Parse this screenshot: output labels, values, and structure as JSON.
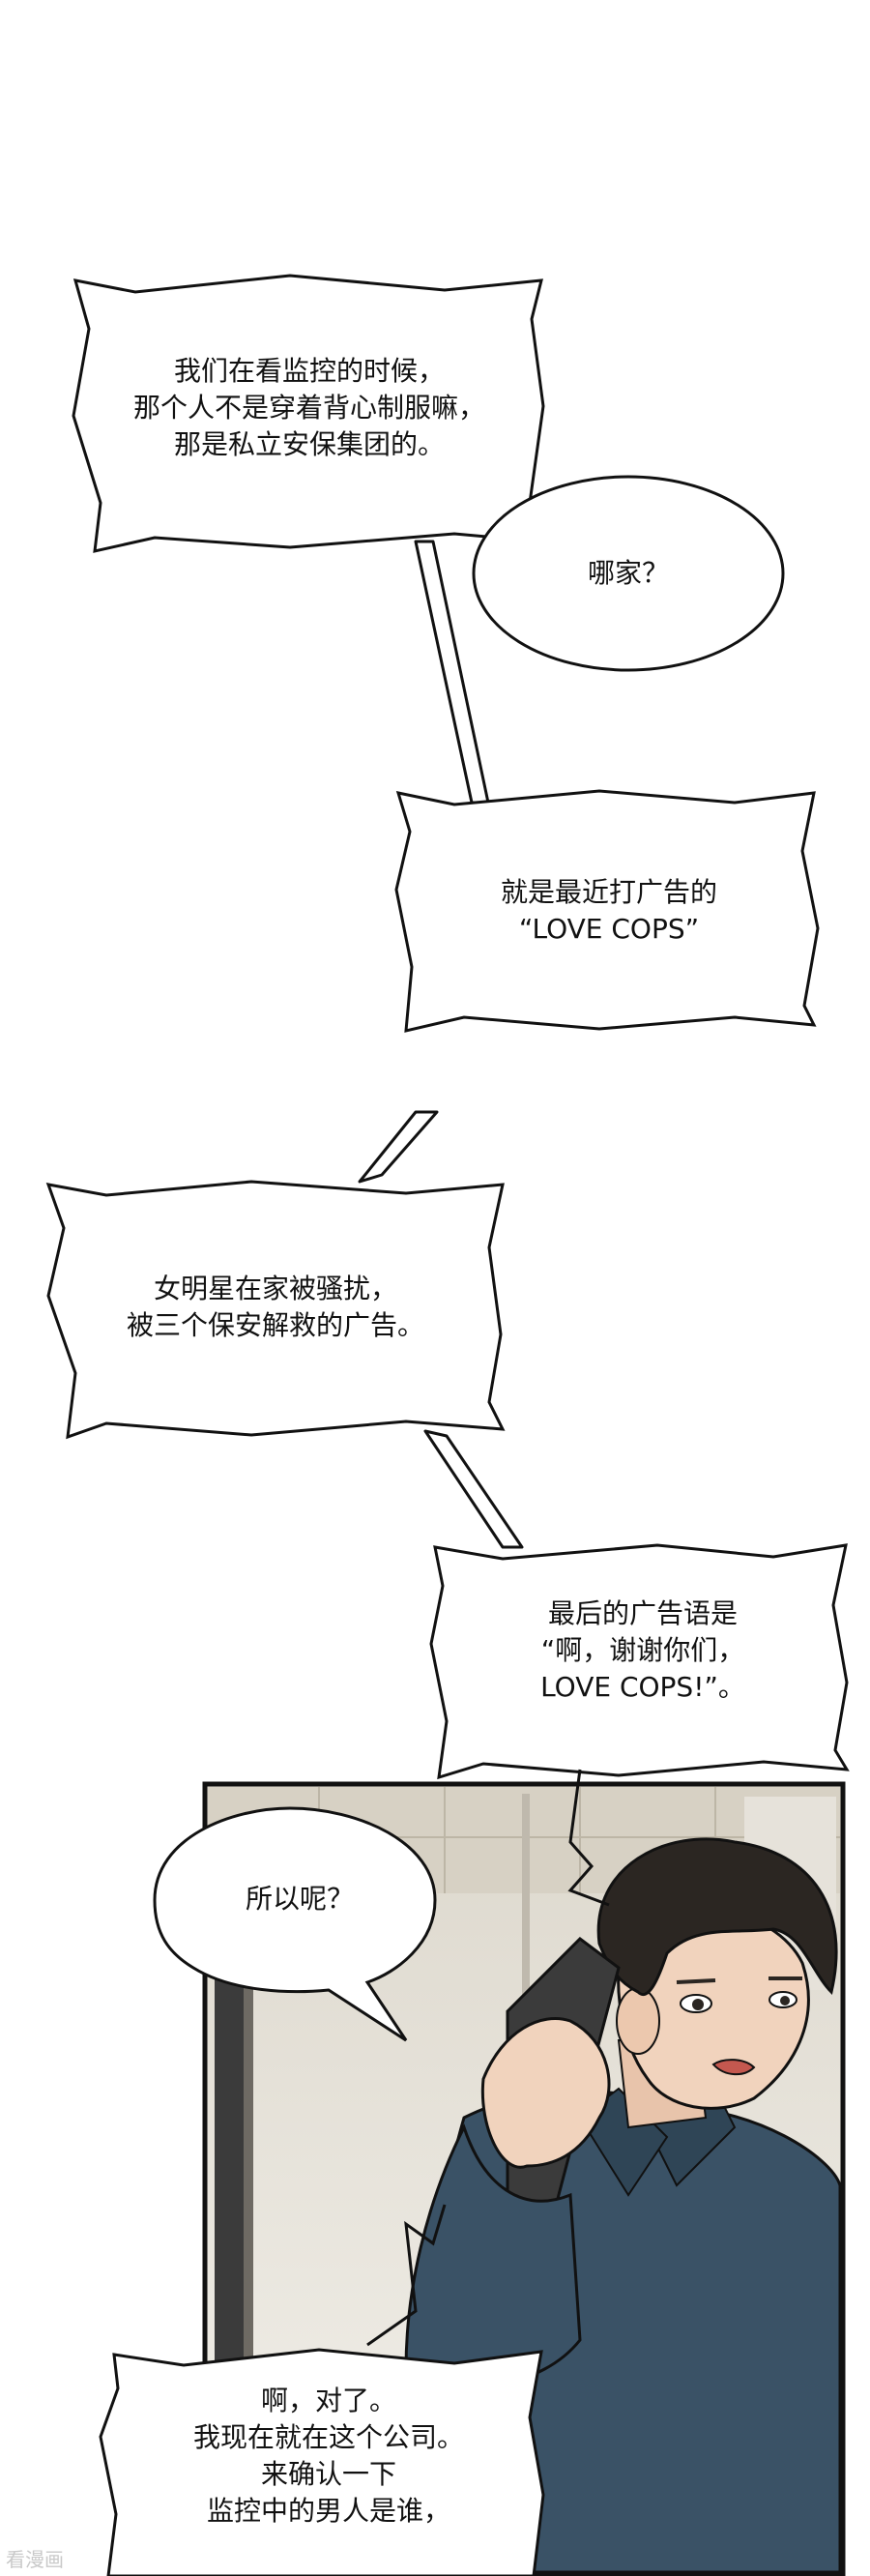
{
  "app": {
    "watermark": "看漫画"
  },
  "bubbles": {
    "b1": {
      "lines": [
        "我们在看监控的时候，",
        "那个人不是穿着背心制服嘛，",
        "那是私立安保集团的。"
      ]
    },
    "b2": {
      "lines": [
        "哪家？"
      ]
    },
    "b3": {
      "lines": [
        "就是最近打广告的",
        "“LOVE COPS”"
      ]
    },
    "b4": {
      "lines": [
        "女明星在家被骚扰，",
        "被三个保安解救的广告。"
      ]
    },
    "b5": {
      "lines": [
        "最后的广告语是",
        "“啊，谢谢你们，",
        "LOVE COPS!”。"
      ]
    },
    "b6": {
      "lines": [
        "所以呢？"
      ]
    },
    "b7": {
      "lines": [
        "啊，对了。",
        "我现在就在这个公司。",
        "来确认一下",
        "监控中的男人是谁，"
      ]
    }
  },
  "colors": {
    "ink": "#111111",
    "uniform": "#3a5266",
    "hair": "#2b2622",
    "skin": "#f1d3bd",
    "phone": "#3b3b3b",
    "wall": "#e9e6df",
    "ceiling": "#d9d4c8"
  }
}
